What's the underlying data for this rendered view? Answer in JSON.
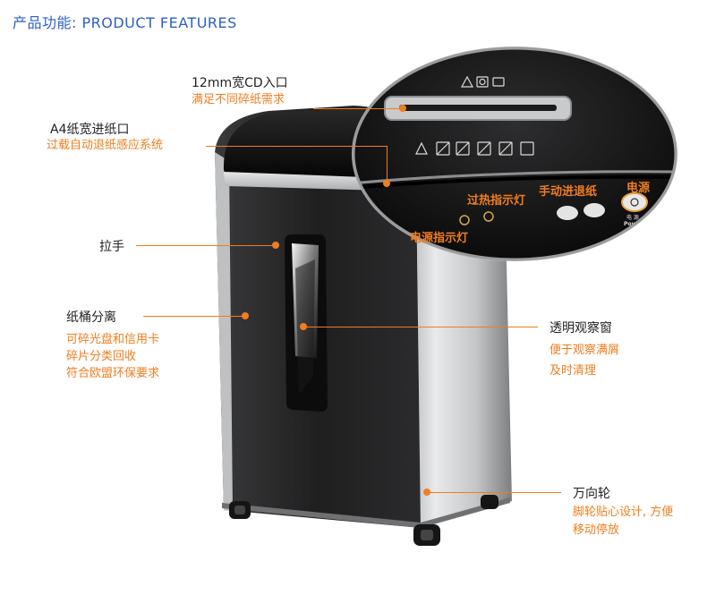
{
  "title": "产品功能: PRODUCT FEATURES",
  "colors": {
    "accent": "#f07d1e",
    "title": "#2c5fc8",
    "body": "#1f1f1f",
    "silver": "#b8b9bb"
  },
  "features": {
    "cd_slot": {
      "label": "12mm宽CD入口",
      "desc": "满足不同碎纸需求"
    },
    "a4_slot": {
      "label": "A4纸宽进纸口",
      "desc": "过载自动退纸感应系统"
    },
    "handle": {
      "label": "拉手"
    },
    "bin": {
      "label": "纸桶分离",
      "desc": [
        "可碎光盘和信用卡",
        "碎片分类回收",
        "符合欧盟环保要求"
      ]
    },
    "window": {
      "label": "透明观察窗",
      "desc": [
        "便于观察满屑",
        "及时清理"
      ]
    },
    "wheels": {
      "label": "万向轮",
      "desc": [
        "脚轮贴心设计, 方便",
        "移动停放"
      ]
    }
  },
  "panel": {
    "power_indicator": "电源指示灯",
    "overheat_indicator": "过热指示灯",
    "manual_feed": "手动进退纸",
    "power": "电源",
    "power_button_caption": "电 源",
    "power_button_caption_en": "Power"
  },
  "icons": [
    "warning-icon",
    "cd-icon",
    "card-icon",
    "no-hand-icon",
    "no-tie-icon",
    "no-hair-icon",
    "no-spray-icon",
    "paper-icon"
  ]
}
